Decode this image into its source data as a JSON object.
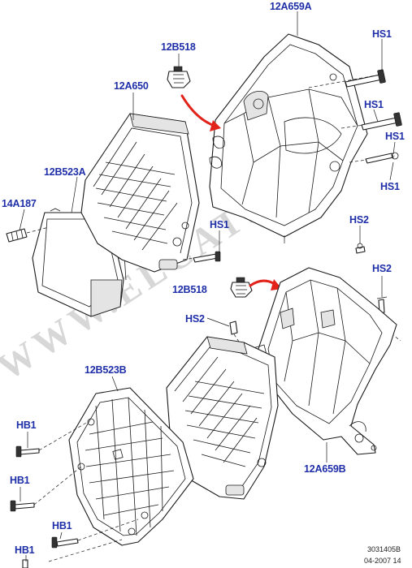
{
  "labels": {
    "module_12A650": "12A650",
    "sensor_12B518_top": "12B518",
    "cover_12A659A": "12A659A",
    "bolt_hs1_a": "HS1",
    "bolt_hs1_b": "HS1",
    "bolt_hs1_c": "HS1",
    "bolt_hs1_d": "HS1",
    "cover_12B523A": "12B523A",
    "connector_14A187": "14A187",
    "bolt_hs2_a": "HS2",
    "bolt_hs2_b": "HS2",
    "sensor_12B518_bottom": "12B518",
    "bolt_hs2_c": "HS2",
    "cover_12B523B": "12B523B",
    "bolt_hb1_a": "HB1",
    "bolt_hb1_b": "HB1",
    "bolt_hb1_c": "HB1",
    "bolt_hb1_d": "HB1",
    "cover_12A659B": "12A659B"
  },
  "reference": {
    "code": "3031405B",
    "date": "04-2007 14"
  },
  "watermark": "WWW.ELCATS.RU",
  "colors": {
    "label_text": "#1f2fa8",
    "arrow": "#e2231a",
    "line": "#1a1a1a",
    "watermark": "#d7d7d7"
  }
}
